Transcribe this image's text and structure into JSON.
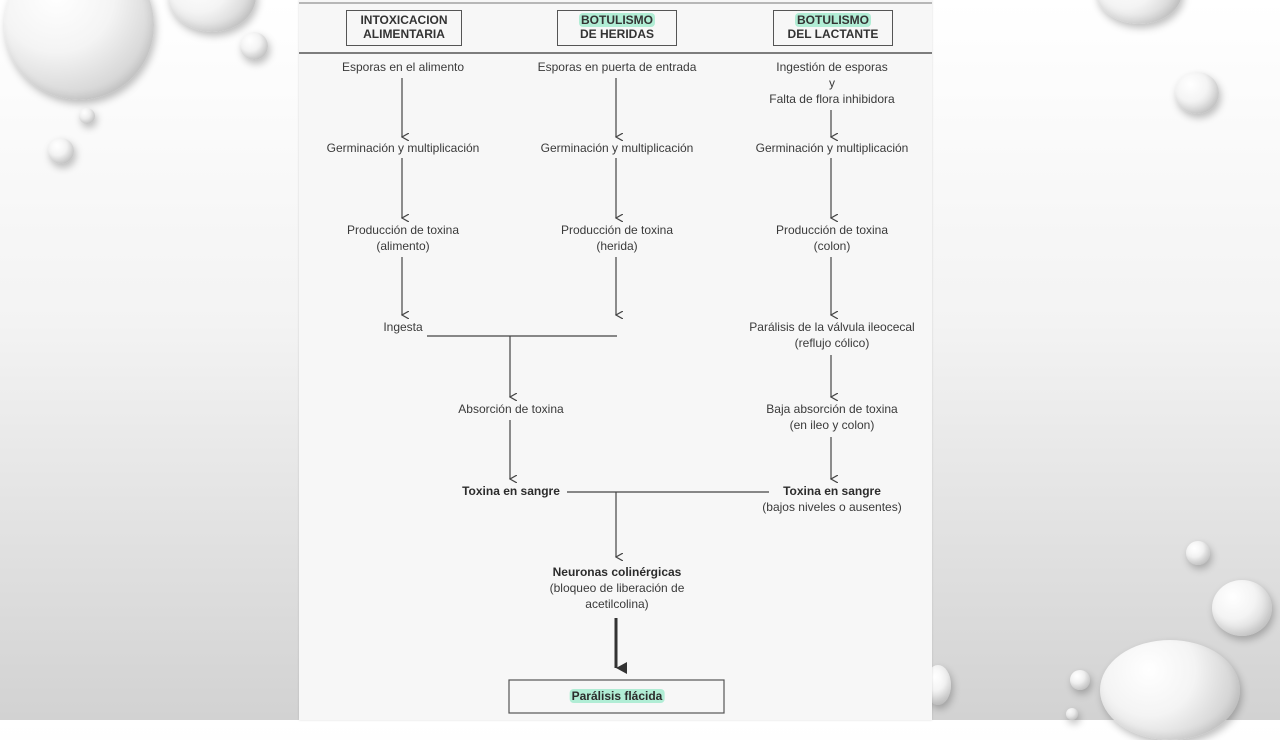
{
  "headers": {
    "col1": [
      "INTOXICACION",
      "ALIMENTARIA"
    ],
    "col2": [
      "BOTULISMO",
      "DE HERIDAS"
    ],
    "col3": [
      "BOTULISMO",
      "DEL LACTANTE"
    ]
  },
  "col1": {
    "n1": "Esporas en el alimento",
    "n2": "Germinación y multiplicación",
    "n3": [
      "Producción de toxina",
      "(alimento)"
    ],
    "n4": "Ingesta"
  },
  "col2": {
    "n1": "Esporas en puerta de entrada",
    "n2": "Germinación y multiplicación",
    "n3": [
      "Producción de toxina",
      "(herida)"
    ]
  },
  "col3": {
    "n1": [
      "Ingestión de esporas",
      "y",
      "Falta de flora inhibidora"
    ],
    "n2": "Germinación y multiplicación",
    "n3": [
      "Producción de toxina",
      "(colon)"
    ],
    "n4": [
      "Parálisis de la válvula ileocecal",
      "(reflujo cólico)"
    ],
    "n5": [
      "Baja absorción de toxina",
      "(en ileo y colon)"
    ],
    "n6": [
      "Toxina en sangre",
      "(bajos niveles o ausentes)"
    ]
  },
  "merged": {
    "absorcion": "Absorción de toxina",
    "toxina_sangre": "Toxina en sangre",
    "neuronas": [
      "Neuronas colinérgicas",
      "(bloqueo de liberación de",
      "acetilcolina)"
    ],
    "final": "Parálisis flácida"
  }
}
